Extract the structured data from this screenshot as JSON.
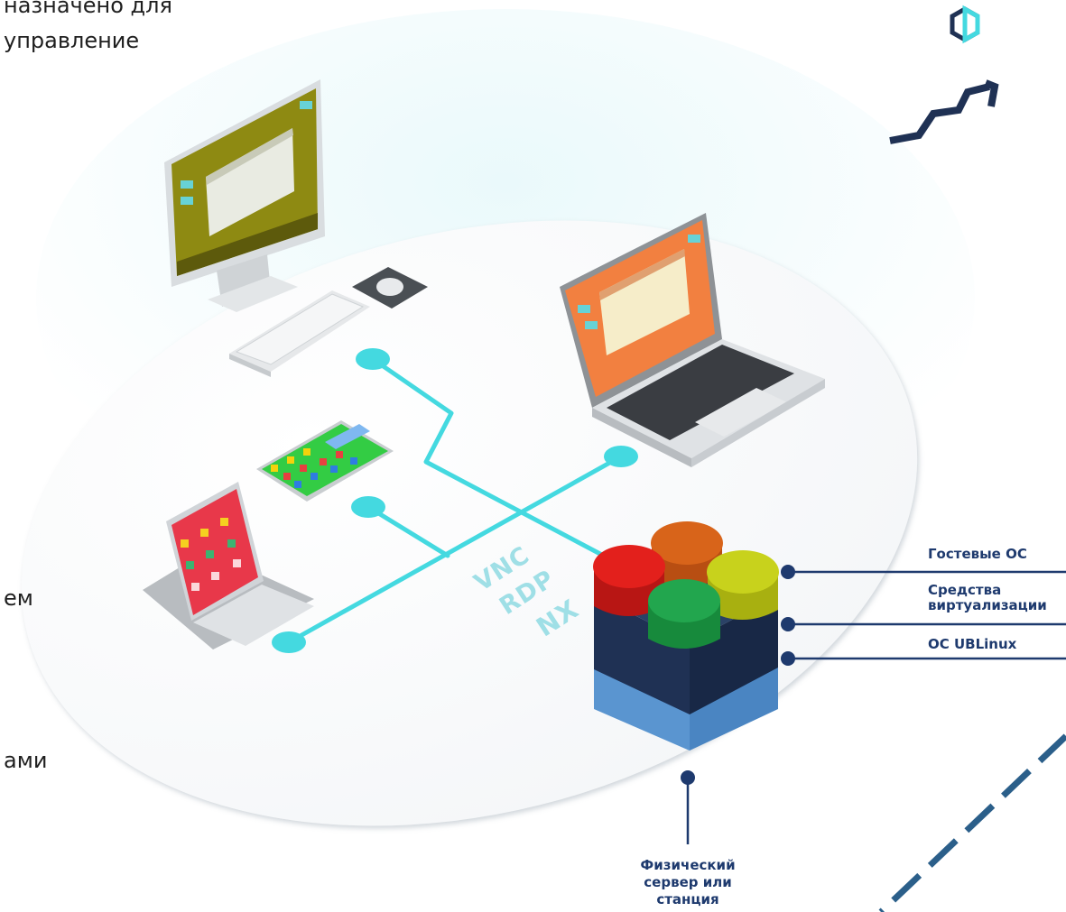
{
  "intro_text": [
    "назначено для",
    "управление"
  ],
  "side_text": [
    "ем",
    "ами"
  ],
  "protocols": [
    "VNC",
    "RDP",
    "NX"
  ],
  "layers": {
    "guest_os": "Гостевые ОС",
    "virtualization": [
      "Средства",
      "виртуализации"
    ],
    "host_os": "ОС UBLinux"
  },
  "server_label": [
    "Физический",
    "сервер или",
    "станция"
  ],
  "colors": {
    "cyan": "#44d9e0",
    "navy": "#1e3a6e",
    "dark_navy": "#1f3154",
    "cube_red": "#e3201c",
    "cube_orange": "#d8641a",
    "cube_yellow": "#c8d21c",
    "cube_green": "#22a64e",
    "monitor_screen": "#8e8a12",
    "laptop_screen": "#f28040",
    "tablet_screen": "#e8384a",
    "phone_screen": "#33cc44"
  },
  "icons": [
    "hexagon-icon",
    "zigzag-icon"
  ]
}
